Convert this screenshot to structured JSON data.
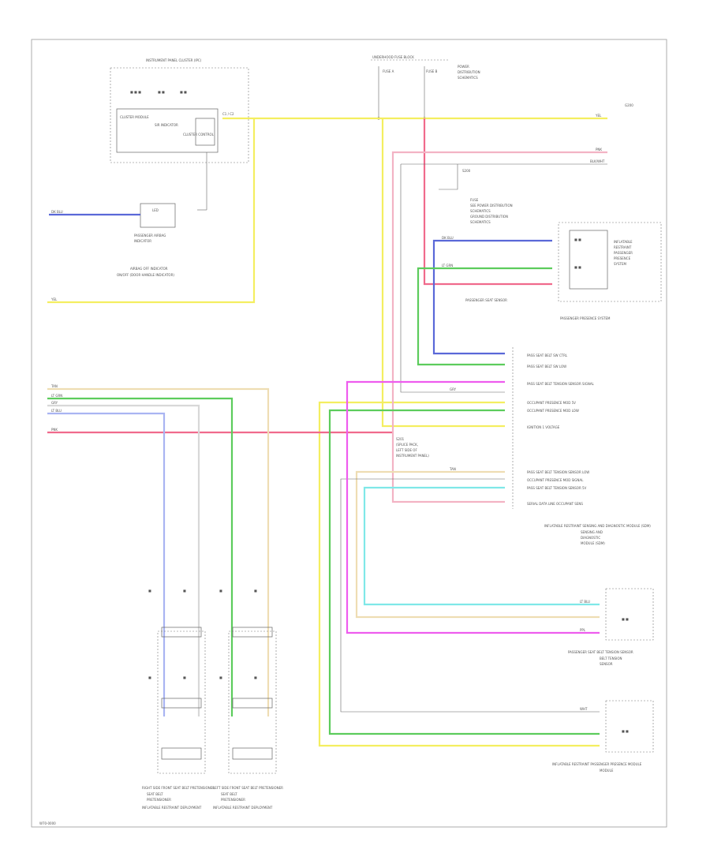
{
  "page_code": "W70-0000",
  "colors": {
    "yellow": "#f4ee60",
    "pink": "#f06a8c",
    "lt_pink": "#f3b3c4",
    "magenta": "#ee5cee",
    "green": "#5ccc5c",
    "blue": "#5a68d8",
    "lt_blue": "#a9b4f2",
    "cyan": "#7fe8e8",
    "tan": "#eeddb3",
    "gray": "#a8a8a8"
  },
  "components": {
    "ipc_fuse_block": "INSTRUMENT PANEL CLUSTER (IPC)",
    "ipc_sub1": "CLUSTER MODULE",
    "ipc_sub2": "SIR INDICATOR",
    "ipc_sub3": "CLUSTER CONTROL",
    "underhood_fuse": "UNDERHOOD FUSE BLOCK",
    "airbag_indicator": "AIRBAG OFF INDICATOR",
    "passenger_seat_sensor": "PASSENGER SEAT SENSOR",
    "passenger_presence": "PASSENGER PRESENCE SYSTEM",
    "sdm": "INFLATABLE RESTRAINT SENSING AND DIAGNOSTIC MODULE (SDM)",
    "seatbelt_sensor": "PASSENGER SEAT BELT TENSION SENSOR",
    "occupant_module": "INFLATABLE RESTRAINT PASSENGER PRESENCE MODULE",
    "right_pretensioner": "RIGHT SIDE FRONT SEAT BELT PRETENSIONER",
    "left_pretensioner": "LEFT SIDE FRONT SEAT BELT PRETENSIONER",
    "right_deploy": "INFLATABLE RESTRAINT DEPLOYMENT",
    "left_deploy": "INFLATABLE RESTRAINT DEPLOYMENT",
    "splice": "S200",
    "ground": "G200"
  },
  "sdm_pins": [
    "PASS SEAT BELT SW CTRL",
    "PASS SEAT BELT SW LOW",
    "PASS SEAT BELT TENSION SENSOR SIGNAL",
    "OCCUPANT PRESENCE MOD 5V",
    "OCCUPANT PRESENCE MOD LOW",
    "IGNITION 1 VOLTAGE",
    "PASS SEAT BELT TENSION SENSOR LOW",
    "OCCUPANT PRESENCE MOD SIGNAL",
    "PASS SEAT BELT TENSION SENSOR 5V",
    "SERIAL DATA LINE OCCUPANT SENS"
  ],
  "wire_labels": {
    "yel": "YEL",
    "pnk": "PNK",
    "blk": "BLK/WHT",
    "dk_blu": "DK BLU",
    "lt_grn": "LT GRN",
    "gry": "GRY",
    "tan": "TAN",
    "ppl": "PPL",
    "lt_blu": "LT BLU",
    "wht": "WHT"
  }
}
